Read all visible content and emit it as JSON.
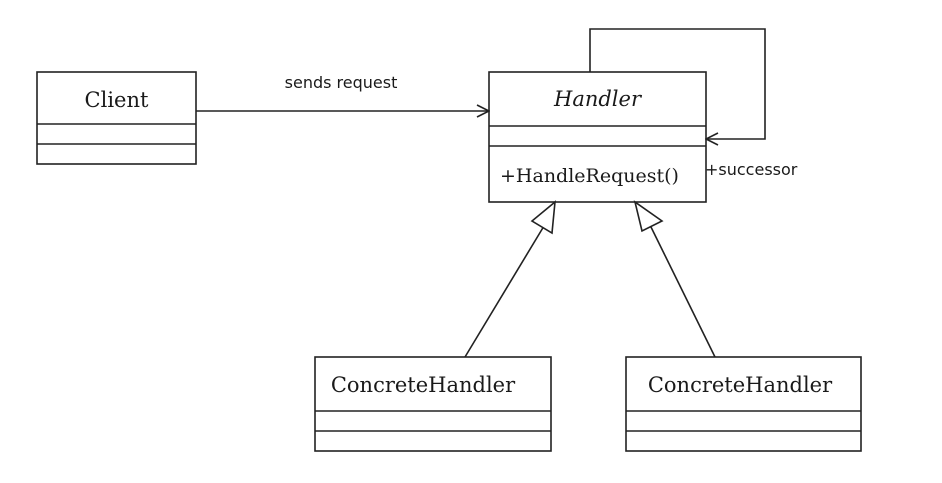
{
  "classes": {
    "client": {
      "name": "Client",
      "abstract": false,
      "operations": []
    },
    "handler": {
      "name": "Handler",
      "abstract": true,
      "operations": [
        "+HandleRequest()"
      ]
    },
    "concrete_handler_1": {
      "name": "ConcreteHandler",
      "abstract": false,
      "operations": []
    },
    "concrete_handler_2": {
      "name": "ConcreteHandler",
      "abstract": false,
      "operations": []
    }
  },
  "relations": {
    "client_to_handler": {
      "kind": "association",
      "label": "sends request"
    },
    "handler_self": {
      "kind": "self-association",
      "label": "+successor"
    },
    "inheritance_1": {
      "kind": "generalization",
      "from": "ConcreteHandler",
      "to": "Handler"
    },
    "inheritance_2": {
      "kind": "generalization",
      "from": "ConcreteHandler",
      "to": "Handler"
    }
  },
  "colors": {
    "line": "#222222",
    "background": "#ffffff"
  }
}
